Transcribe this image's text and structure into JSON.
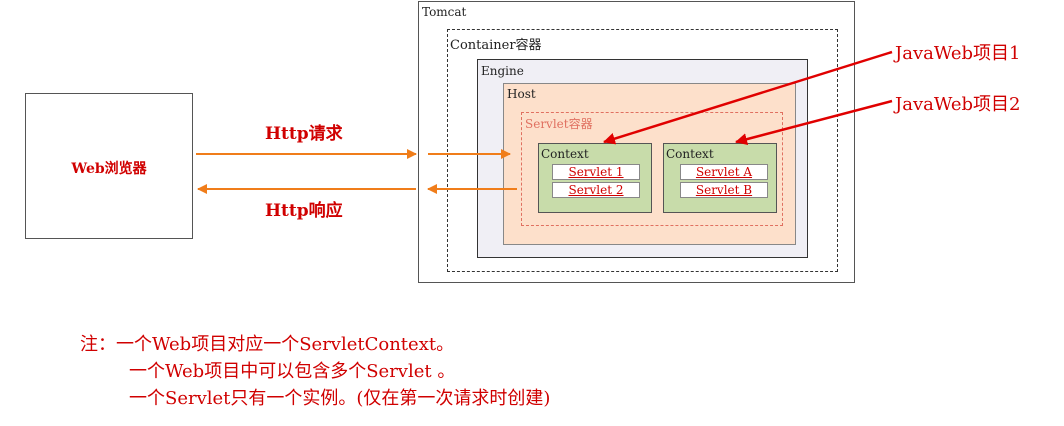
{
  "browser": {
    "label": "Web浏览器"
  },
  "tomcat": {
    "label": "Tomcat"
  },
  "container": {
    "label": "Container容器"
  },
  "engine": {
    "label": "Engine"
  },
  "host": {
    "label": "Host"
  },
  "servlet_container": {
    "label": "Servlet容器"
  },
  "contexts": [
    {
      "label": "Context",
      "servlets": [
        "Servlet 1",
        "Servlet 2"
      ]
    },
    {
      "label": "Context",
      "servlets": [
        "Servlet A",
        "Servlet B"
      ]
    }
  ],
  "http": {
    "request": "Http请求",
    "response": "Http响应"
  },
  "projects": [
    "JavaWeb项目1",
    "JavaWeb项目2"
  ],
  "colors": {
    "arrow_orange": "#f07d1a",
    "arrow_red": "#e00000",
    "text_red": "#d00000"
  },
  "notes": {
    "prefix": "注：",
    "lines": [
      "一个Web项目对应一个ServletContext。",
      "一个Web项目中可以包含多个Servlet 。",
      "一个Servlet只有一个实例。(仅在第一次请求时创建)"
    ]
  }
}
